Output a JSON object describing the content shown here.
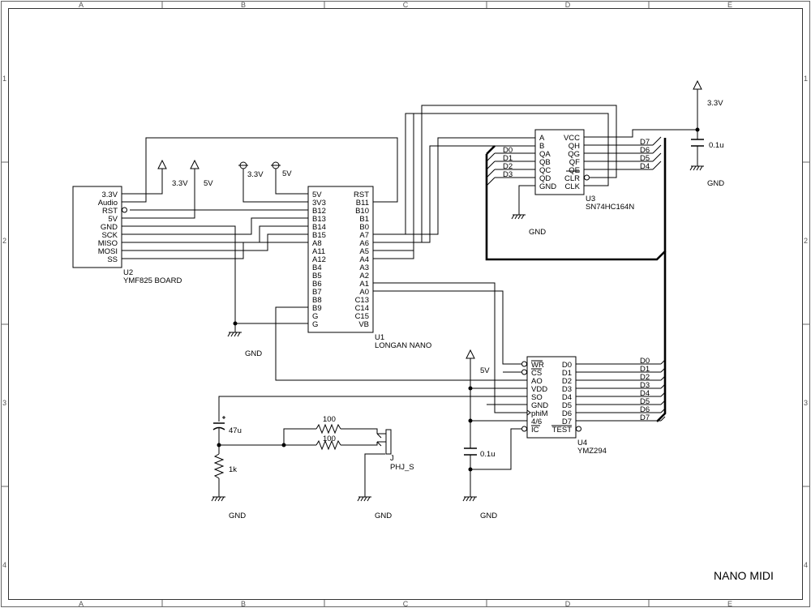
{
  "border": {
    "columns": [
      "A",
      "B",
      "C",
      "D",
      "E"
    ],
    "rows": [
      "1",
      "2",
      "3",
      "4"
    ]
  },
  "title": "NANO MIDI",
  "components": {
    "u2": {
      "ref": "U2",
      "value": "YMF825 BOARD",
      "pins": [
        "3.3V",
        "Audio",
        "RST",
        "5V",
        "GND",
        "SCK",
        "MISO",
        "MOSI",
        "SS"
      ]
    },
    "u1": {
      "ref": "U1",
      "value": "LONGAN NANO",
      "left_pins": [
        "5V",
        "3V3",
        "B12",
        "B13",
        "B14",
        "B15",
        "A8",
        "A11",
        "A12",
        "B4",
        "B5",
        "B6",
        "B7",
        "B8",
        "B9",
        "G",
        "G"
      ],
      "right_pins": [
        "RST",
        "B11",
        "B10",
        "B1",
        "B0",
        "A7",
        "A6",
        "A5",
        "A4",
        "A3",
        "A2",
        "A1",
        "A0",
        "C13",
        "C14",
        "C15",
        "VB"
      ]
    },
    "u3": {
      "ref": "U3",
      "value": "SN74HC164N",
      "left_pins": [
        "A",
        "B",
        "QA",
        "QB",
        "QC",
        "QD",
        "GND"
      ],
      "right_pins": [
        "VCC",
        "QH",
        "QG",
        "QF",
        "QE",
        "CLR",
        "CLK"
      ]
    },
    "u4": {
      "ref": "U4",
      "value": "YMZ294",
      "left_pins": [
        "WR",
        "CS",
        "AO",
        "VDD",
        "SO",
        "GND",
        "phiM",
        "4/6",
        "IC"
      ],
      "right_pins": [
        "D0",
        "D1",
        "D2",
        "D3",
        "D4",
        "D5",
        "D6",
        "D7",
        "TEST"
      ]
    },
    "jack": {
      "ref": "J",
      "value": "PHJ_S"
    },
    "r_audio_1": "100",
    "r_audio_2": "100",
    "r_1k": "1k",
    "c_47u": "47u",
    "c_u3": "0.1u",
    "c_u4": "0.1u"
  },
  "power_labels": {
    "u2_33v": "3.3V",
    "u2_5v": "5V",
    "u1_33v": "3.3V",
    "u1_5v": "5V",
    "u3_33v": "3.3V",
    "u4_5v": "5V"
  },
  "gnd_label": "GND",
  "nets": {
    "u3_left": [
      "D0",
      "D1",
      "D2",
      "D3"
    ],
    "u3_right": [
      "D7",
      "D6",
      "D5",
      "D4"
    ],
    "u4_right": [
      "D0",
      "D1",
      "D2",
      "D3",
      "D4",
      "D5",
      "D6",
      "D7"
    ]
  }
}
